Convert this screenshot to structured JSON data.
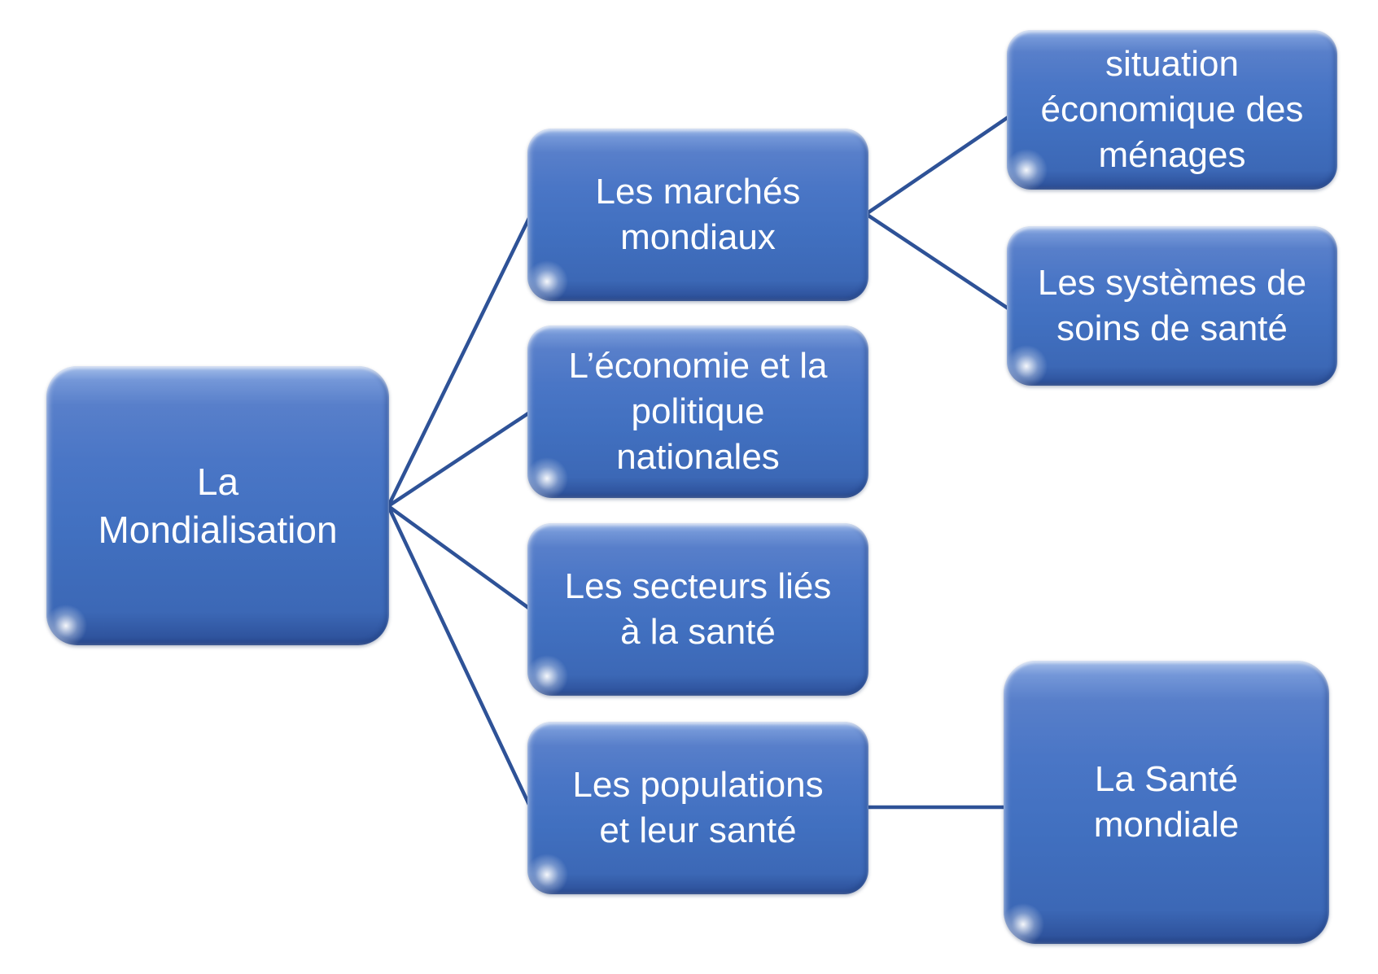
{
  "diagram": {
    "type": "hierarchy",
    "background": "#ffffff",
    "nodes": {
      "mondialisation": {
        "label": "La\nMondialisation"
      },
      "marches": {
        "label": "Les marchés\nmondiaux"
      },
      "economie": {
        "label": "L’économie et la\npolitique\nnationales"
      },
      "secteurs": {
        "label": "Les secteurs liés\nà la santé"
      },
      "populations": {
        "label": "Les populations\net leur santé"
      },
      "situation": {
        "label": "situation\néconomique des\nménages"
      },
      "systemes": {
        "label": "Les systèmes de\nsoins de santé"
      },
      "sante_mondiale": {
        "label": "La Santé\nmondiale"
      }
    },
    "edges": [
      {
        "from": "La Mondialisation",
        "to": "Les marchés mondiaux"
      },
      {
        "from": "La Mondialisation",
        "to": "L’économie et la politique nationales"
      },
      {
        "from": "La Mondialisation",
        "to": "Les secteurs liés à la santé"
      },
      {
        "from": "La Mondialisation",
        "to": "Les populations et leur santé"
      },
      {
        "from": "Les marchés mondiaux",
        "to": "situation économique des ménages"
      },
      {
        "from": "Les marchés mondiaux",
        "to": "Les systèmes de soins de santé"
      },
      {
        "from": "Les populations et leur santé",
        "to": "La Santé mondiale"
      }
    ],
    "colors": {
      "node_fill_main": "#4a76c6",
      "node_fill_top": "#a6bfea",
      "node_fill_bottom": "#27468a",
      "connector": "#2e5297",
      "text": "#ffffff",
      "background": "#ffffff"
    }
  }
}
